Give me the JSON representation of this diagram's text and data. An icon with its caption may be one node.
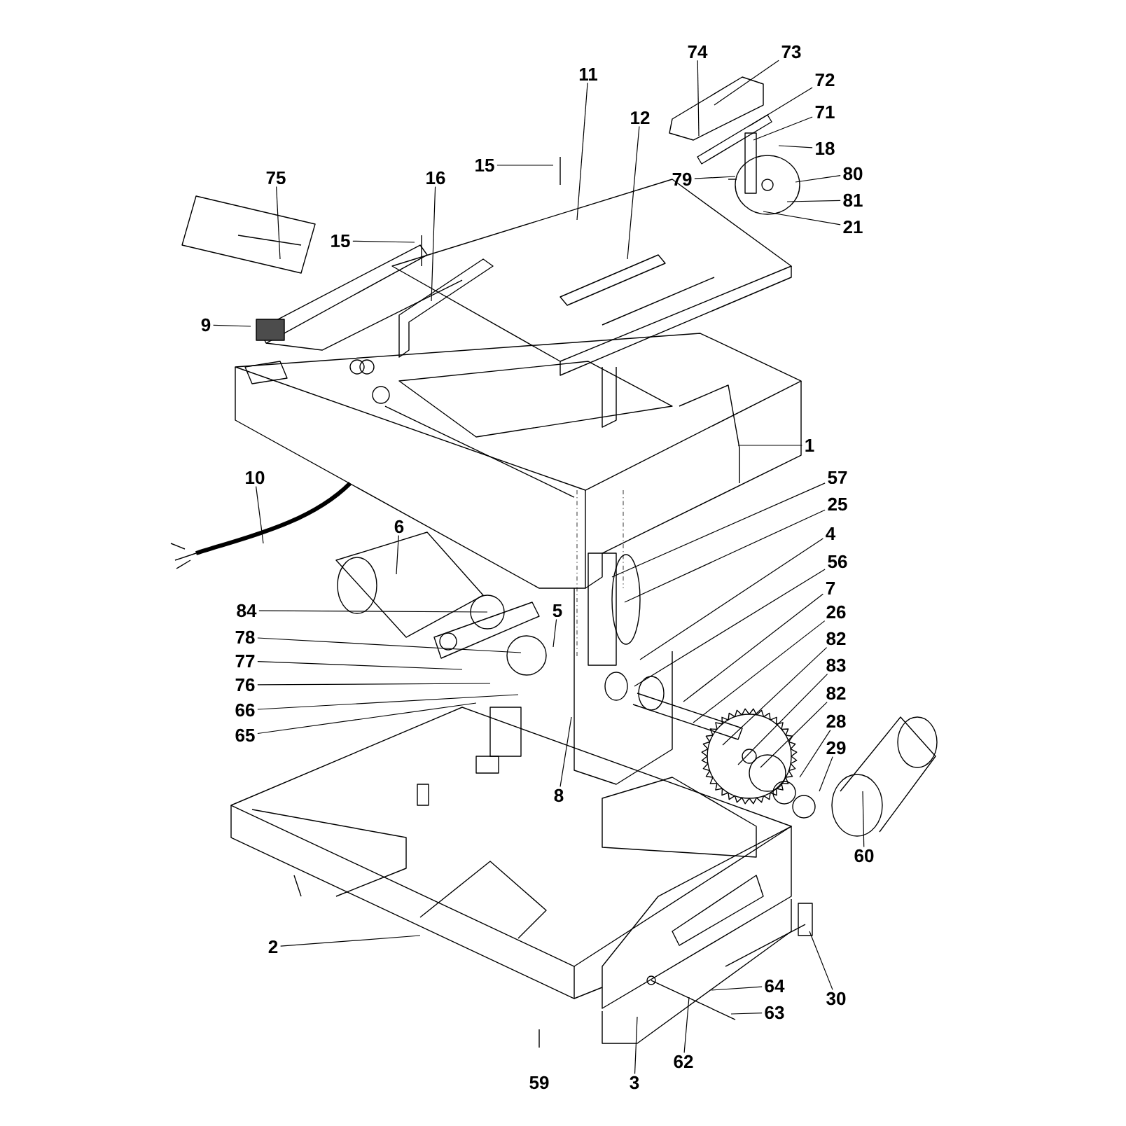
{
  "diagram": {
    "nodes": [
      {
        "text": [
          "74"
        ]
      },
      {
        "text": [
          "73"
        ]
      },
      {
        "text": [
          "72"
        ]
      },
      {
        "text": [
          "11"
        ]
      },
      {
        "text": [
          "12"
        ]
      },
      {
        "text": [
          "71"
        ]
      },
      {
        "text": [
          "18"
        ]
      },
      {
        "text": [
          "15"
        ]
      },
      {
        "text": [
          "75"
        ]
      },
      {
        "text": [
          "16"
        ]
      },
      {
        "text": [
          "79"
        ]
      },
      {
        "text": [
          "80"
        ]
      },
      {
        "text": [
          "81"
        ]
      },
      {
        "text": [
          "21"
        ]
      },
      {
        "text": [
          "15"
        ]
      },
      {
        "text": [
          "9"
        ]
      },
      {
        "text": [
          "1"
        ]
      },
      {
        "text": [
          "10"
        ]
      },
      {
        "text": [
          "57"
        ]
      },
      {
        "text": [
          "25"
        ]
      },
      {
        "text": [
          "6"
        ]
      },
      {
        "text": [
          "4"
        ]
      },
      {
        "text": [
          "56"
        ]
      },
      {
        "text": [
          "7"
        ]
      },
      {
        "text": [
          "84"
        ]
      },
      {
        "text": [
          "5"
        ]
      },
      {
        "text": [
          "26"
        ]
      },
      {
        "text": [
          "78"
        ]
      },
      {
        "text": [
          "82"
        ]
      },
      {
        "text": [
          "77"
        ]
      },
      {
        "text": [
          "83"
        ]
      },
      {
        "text": [
          "76"
        ]
      },
      {
        "text": [
          "82"
        ]
      },
      {
        "text": [
          "66"
        ]
      },
      {
        "text": [
          "28"
        ]
      },
      {
        "text": [
          "65"
        ]
      },
      {
        "text": [
          "29"
        ]
      },
      {
        "text": [
          "8"
        ]
      },
      {
        "text": [
          "60"
        ]
      },
      {
        "text": [
          "2"
        ]
      },
      {
        "text": [
          "64"
        ]
      },
      {
        "text": [
          "30"
        ]
      },
      {
        "text": [
          "63"
        ]
      },
      {
        "text": [
          "62"
        ]
      },
      {
        "text": [
          "3"
        ]
      }
    ],
    "edges": [
      {
        "from": 0,
        "to": null,
        "arrow": "none"
      },
      {
        "from": 1,
        "to": null,
        "arrow": "none"
      },
      {
        "from": 2,
        "to": null,
        "arrow": "none"
      },
      {
        "from": 3,
        "to": null,
        "arrow": "none"
      },
      {
        "from": 4,
        "to": null,
        "arrow": "none"
      },
      {
        "from": 5,
        "to": null,
        "arrow": "none"
      },
      {
        "from": 6,
        "to": null,
        "arrow": "none"
      },
      {
        "from": 7,
        "to": null,
        "arrow": "none"
      },
      {
        "from": 8,
        "to": null,
        "arrow": "none"
      },
      {
        "from": 9,
        "to": null,
        "arrow": "none"
      },
      {
        "from": 10,
        "to": null,
        "arrow": "none"
      },
      {
        "from": 11,
        "to": null,
        "arrow": "none"
      },
      {
        "from": 12,
        "to": null,
        "arrow": "none"
      },
      {
        "from": 13,
        "to": null,
        "arrow": "none"
      },
      {
        "from": 14,
        "to": null,
        "arrow": "none"
      },
      {
        "from": 15,
        "to": null,
        "arrow": "none"
      },
      {
        "from": 16,
        "to": null,
        "arrow": "none"
      },
      {
        "from": 17,
        "to": null,
        "arrow": "none"
      },
      {
        "from": 18,
        "to": null,
        "arrow": "none"
      },
      {
        "from": 19,
        "to": null,
        "arrow": "none"
      },
      {
        "from": 20,
        "to": null,
        "arrow": "none"
      },
      {
        "from": 21,
        "to": null,
        "arrow": "none"
      },
      {
        "from": 22,
        "to": null,
        "arrow": "none"
      },
      {
        "from": 23,
        "to": null,
        "arrow": "none"
      },
      {
        "from": 24,
        "to": null,
        "arrow": "none"
      },
      {
        "from": 25,
        "to": null,
        "arrow": "none"
      },
      {
        "from": 26,
        "to": null,
        "arrow": "none"
      },
      {
        "from": 27,
        "to": null,
        "arrow": "none"
      },
      {
        "from": 28,
        "to": null,
        "arrow": "none"
      },
      {
        "from": 29,
        "to": null,
        "arrow": "none"
      },
      {
        "from": 30,
        "to": null,
        "arrow": "none"
      },
      {
        "from": 31,
        "to": null,
        "arrow": "none"
      },
      {
        "from": 32,
        "to": null,
        "arrow": "none"
      },
      {
        "from": 33,
        "to": null,
        "arrow": "none"
      },
      {
        "from": 34,
        "to": null,
        "arrow": "none"
      },
      {
        "from": 35,
        "to": null,
        "arrow": "none"
      },
      {
        "from": 36,
        "to": null,
        "arrow": "none"
      },
      {
        "from": 37,
        "to": null,
        "arrow": "none"
      },
      {
        "from": 38,
        "to": null,
        "arrow": "none"
      },
      {
        "from": 39,
        "to": null,
        "arrow": "none"
      },
      {
        "from": 40,
        "to": null,
        "arrow": "none"
      },
      {
        "from": 41,
        "to": null,
        "arrow": "none"
      },
      {
        "from": 42,
        "to": null,
        "arrow": "none"
      },
      {
        "from": 43,
        "to": null,
        "arrow": "none"
      },
      {
        "from": 44,
        "to": null,
        "arrow": "none"
      }
    ],
    "labels": [
      "59"
    ]
  }
}
